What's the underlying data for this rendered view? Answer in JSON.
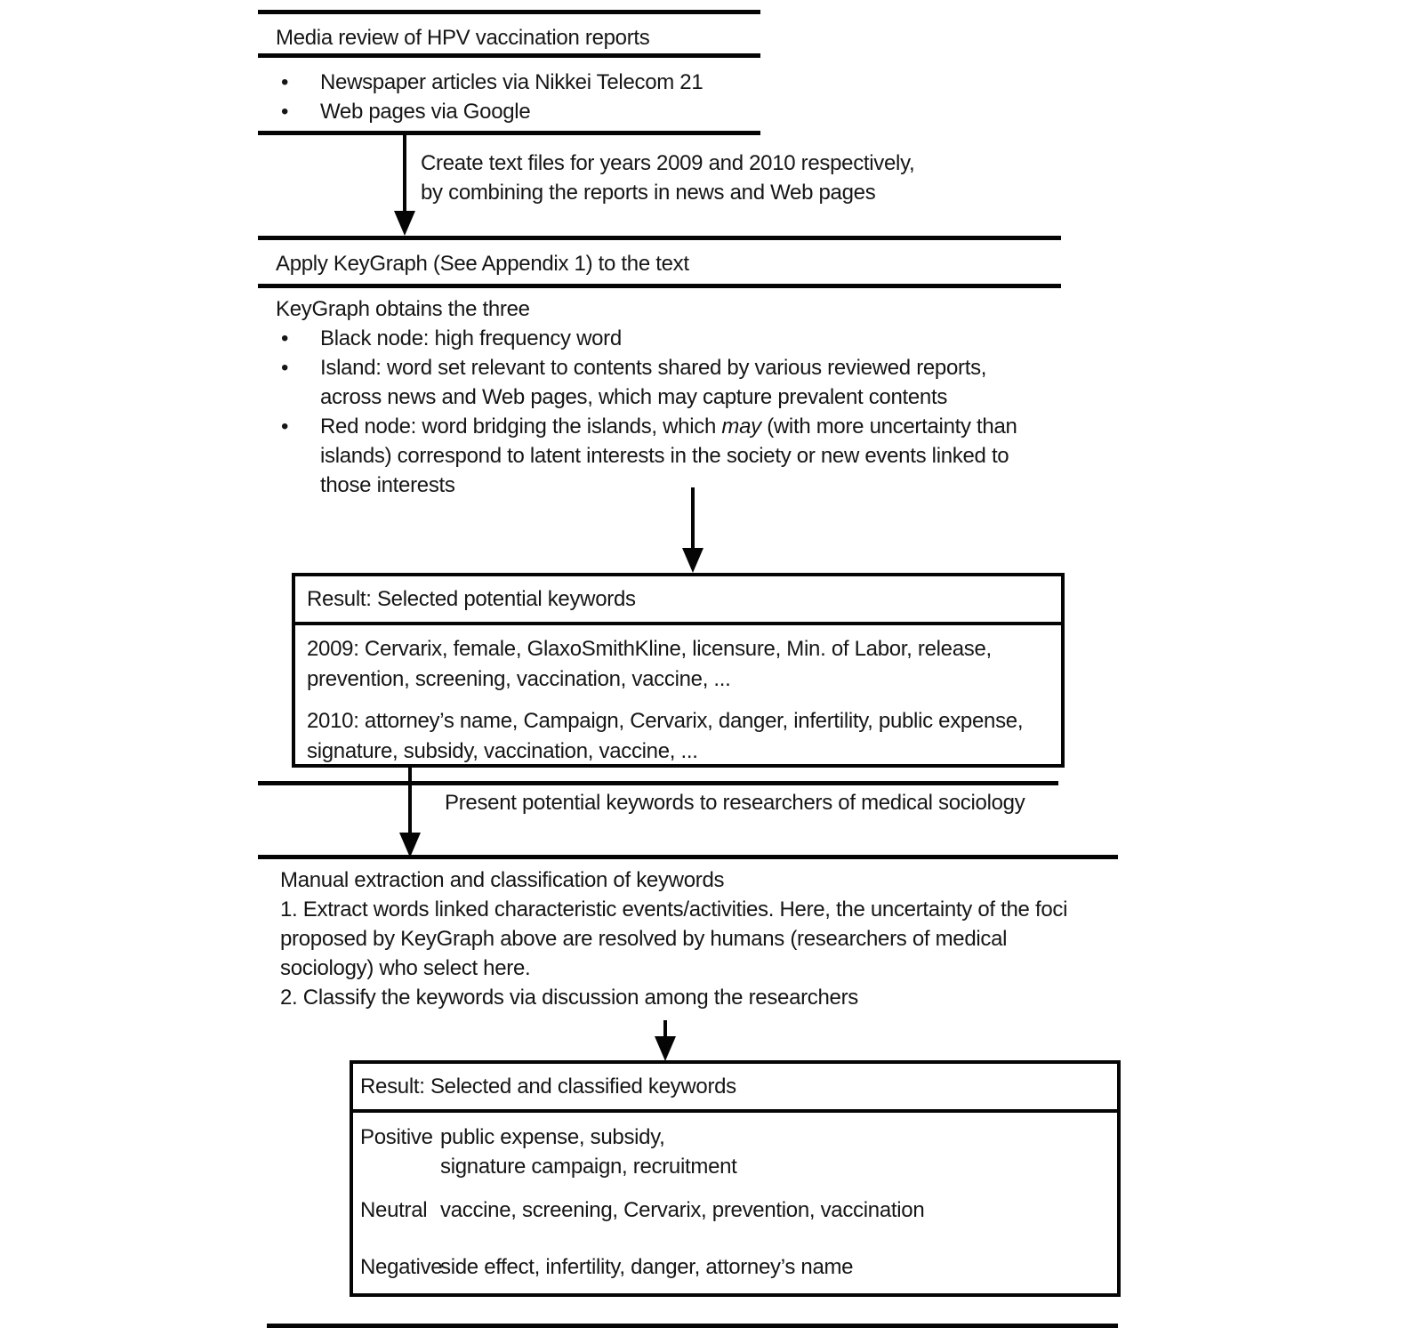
{
  "colors": {
    "ink": "#161616",
    "line": "#050505",
    "background": "#ffffff"
  },
  "bullet_glyph": "•",
  "media_review": {
    "title": "Media review of HPV vaccination reports",
    "bullets": [
      "Newspaper articles via Nikkei Telecom 21",
      "Web pages via Google"
    ]
  },
  "create_files_label": {
    "lines": [
      "Create text files for years 2009 and 2010 respectively,",
      "by combining the reports in news and Web pages"
    ]
  },
  "apply_keygraph": "Apply KeyGraph (See Appendix 1) to the text",
  "keygraph_obtains": {
    "intro": "KeyGraph obtains the three",
    "black_node": {
      "lines": [
        "Black node: high frequency word"
      ]
    },
    "island": {
      "lines": [
        "Island: word set relevant to contents shared  by various reviewed reports,",
        "across news and Web pages, which may capture prevalent contents"
      ]
    },
    "red_node": {
      "parts": [
        {
          "t": "Red node: word bridging the islands, which "
        },
        {
          "t": "may",
          "italic": true
        },
        {
          "t": "  (with more uncertainty than"
        },
        {
          "br": true
        },
        {
          "t": "islands) correspond to latent interests in the society or new events linked to"
        },
        {
          "br": true
        },
        {
          "t": "those interests"
        }
      ]
    }
  },
  "result_potential": {
    "header": "Result: Selected potential keywords",
    "entries": [
      {
        "lines": [
          "2009: Cervarix, female, GlaxoSmithKline, licensure, Min. of Labor, release,",
          "prevention, screening, vaccination, vaccine, ..."
        ]
      },
      {
        "lines": [
          "2010: attorney’s name, Campaign, Cervarix, danger, infertility, public expense,",
          "signature, subsidy, vaccination, vaccine, ..."
        ]
      }
    ]
  },
  "present_label": "Present potential keywords to researchers of medical sociology",
  "manual_extraction": {
    "lines": [
      "Manual extraction and classification of keywords",
      "1. Extract words linked characteristic events/activities. Here, the uncertainty of the foci",
      "proposed by KeyGraph above are resolved by humans (researchers of medical",
      "sociology) who select here.",
      "2. Classify the keywords via discussion among the researchers"
    ]
  },
  "result_classified": {
    "header": "Result: Selected and classified keywords",
    "rows": [
      {
        "label": "Positive",
        "lines": [
          "public expense, subsidy,",
          "signature campaign, recruitment"
        ]
      },
      {
        "label": "Neutral",
        "lines": [
          "vaccine, screening, Cervarix, prevention, vaccination"
        ]
      },
      {
        "label": "Negative",
        "lines": [
          "side effect, infertility, danger, attorney’s name"
        ]
      }
    ]
  }
}
